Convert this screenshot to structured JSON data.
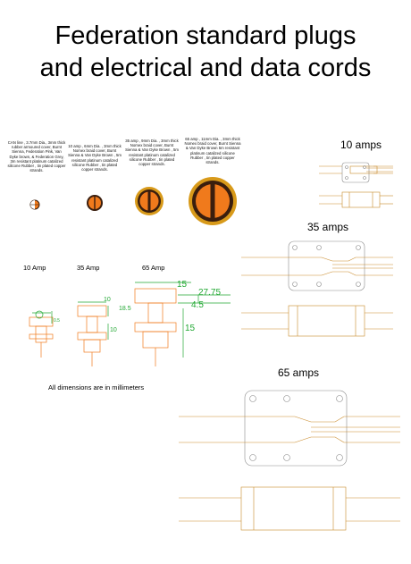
{
  "title": "Federation standard plugs\nand electrical and data cords",
  "cord_descriptions": [
    "CAN line , 3.7mm Dia., 3mm thick rubber armoured cover, Burnt Sienna, Federation Pink, Van Dyke brown, & Federation Grey, 3m resistant platinum catalized silicone Rubber , tin plated copper strands.",
    "10 amp , 6mm Dia. , 3mm thick Nomex braid cover, Burnt Sienna & Van Dyke Brown , 5m resistant platinum catalized silicone Rubber , tin plated copper strands.",
    "35 amp , 9mm Dia. , 3mm thick Nomex braid cover, Burnt Sienna & Van Dyke Brown , 5m resistant platinum catalized silicone Rubber , tin plated copper strands.",
    "65 amp , 11mm Dia. , 3mm thick Nomex braid cover, Burnt Sienna & Van Dyke Brown 5m resistant platinum catalized silicone Rubber , tin plated copper strands."
  ],
  "plug_labels": [
    "10 Amp",
    "35 Amp",
    "65 Amp"
  ],
  "section_labels": {
    "ten": "10 amps",
    "thirtyfive": "35 amps",
    "sixtyfive": "65 amps"
  },
  "dimensions": [
    "10",
    "18.5",
    "10",
    "15",
    "27.75",
    "4.5",
    "15"
  ],
  "small_note": "0.5",
  "footnote": "All dimensions are in millimeters",
  "colors": {
    "orange": "#f07a1c",
    "brown": "#3a1e0e",
    "gold": "#d89a1a",
    "green": "#22a833",
    "line": "#c98a2a",
    "gray": "#8a8a8a"
  }
}
